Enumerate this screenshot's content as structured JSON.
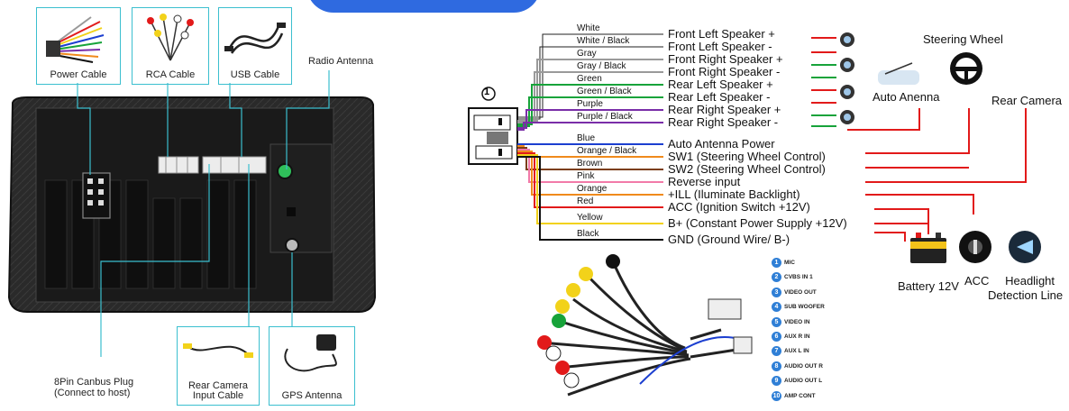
{
  "left_panel": {
    "power_cable": "Power Cable",
    "rca_cable": "RCA Cable",
    "usb_cable": "USB Cable",
    "radio_antenna": "Radio Antenna",
    "canbus_line1": "8Pin Canbus Plug",
    "canbus_line2": "(Connect to host)",
    "rear_cam_line1": "Rear Camera",
    "rear_cam_line2": "Input Cable",
    "gps_antenna": "GPS Antenna"
  },
  "wiring": {
    "connector_number": "1",
    "wires": [
      {
        "color_name": "White",
        "hex": "#ffffff",
        "function": "Front Left Speaker +"
      },
      {
        "color_name": "White / Black",
        "hex": "#ffffff",
        "function": "Front Left Speaker -"
      },
      {
        "color_name": "Gray",
        "hex": "#9a9a9a",
        "function": "Front Right Speaker +"
      },
      {
        "color_name": "Gray / Black",
        "hex": "#9a9a9a",
        "function": "Front Right Speaker -"
      },
      {
        "color_name": "Green",
        "hex": "#17a33a",
        "function": "Rear Left Speaker +"
      },
      {
        "color_name": "Green / Black",
        "hex": "#17a33a",
        "function": "Rear Left Speaker -"
      },
      {
        "color_name": "Purple",
        "hex": "#7a2ea8",
        "function": "Rear Right Speaker +"
      },
      {
        "color_name": "Purple / Black",
        "hex": "#7a2ea8",
        "function": "Rear Right Speaker -"
      },
      {
        "color_name": "Blue",
        "hex": "#1c3fd0",
        "function": "Auto Antenna Power"
      },
      {
        "color_name": "Orange / Black",
        "hex": "#f08a1c",
        "function": "SW1 (Steering Wheel Control)"
      },
      {
        "color_name": "Brown",
        "hex": "#7b3d15",
        "function": "SW2 (Steering Wheel Control)"
      },
      {
        "color_name": "Pink",
        "hex": "#f27aa8",
        "function": "Reverse input"
      },
      {
        "color_name": "Orange",
        "hex": "#f08a1c",
        "function": "+ILL (Iluminate Backlight)"
      },
      {
        "color_name": "Red",
        "hex": "#e21a1a",
        "function": "ACC (Ignition Switch +12V)"
      },
      {
        "color_name": "Yellow",
        "hex": "#f2d21a",
        "function": "B+ (Constant Power Supply +12V)"
      },
      {
        "color_name": "Black",
        "hex": "#111111",
        "function": "GND (Ground Wire/ B-)"
      }
    ],
    "steering_wheel": "Steering Wheel",
    "auto_anenna": "Auto Anenna",
    "rear_camera": "Rear Camera",
    "battery": "Battery 12V",
    "acc": "ACC",
    "headlight_line1": "Headlight",
    "headlight_line2": "Detection Line"
  },
  "rca_pins": [
    {
      "num": "1",
      "label": "MIC"
    },
    {
      "num": "2",
      "label": "CVBS IN 1"
    },
    {
      "num": "3",
      "label": "VIDEO OUT"
    },
    {
      "num": "4",
      "label": "SUB WOOFER"
    },
    {
      "num": "5",
      "label": "VIDEO IN"
    },
    {
      "num": "6",
      "label": "AUX R IN"
    },
    {
      "num": "7",
      "label": "AUX L IN"
    },
    {
      "num": "8",
      "label": "AUDIO OUT R"
    },
    {
      "num": "9",
      "label": "AUDIO OUT L"
    },
    {
      "num": "10",
      "label": "AMP CONT"
    }
  ],
  "colors": {
    "accent": "#3bbfcf",
    "banner": "#2f6ae0",
    "pin_badge": "#2f7fd6"
  }
}
